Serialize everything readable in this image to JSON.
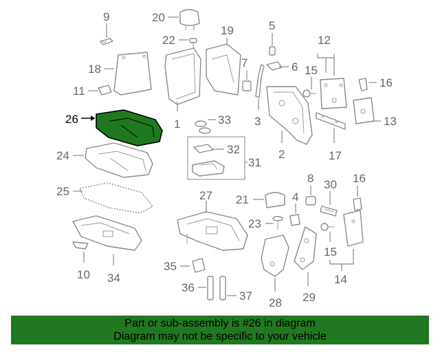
{
  "diagram": {
    "highlighted_part": "26",
    "labels": {
      "p1": "1",
      "p2": "2",
      "p3": "3",
      "p4": "4",
      "p5": "5",
      "p6": "6",
      "p7": "7",
      "p8": "8",
      "p9": "9",
      "p10": "10",
      "p11": "11",
      "p12": "12",
      "p13": "13",
      "p14": "14",
      "p15a": "15",
      "p15b": "15",
      "p16a": "16",
      "p16b": "16",
      "p17": "17",
      "p18": "18",
      "p19": "19",
      "p20": "20",
      "p21": "21",
      "p22": "22",
      "p23": "23",
      "p24": "24",
      "p25": "25",
      "p26": "26",
      "p27": "27",
      "p28": "28",
      "p29": "29",
      "p30": "30",
      "p31": "31",
      "p32": "32",
      "p33": "33",
      "p34": "34",
      "p35": "35",
      "p36": "36",
      "p37": "37"
    }
  },
  "banner": {
    "line1": "Part or sub-assembly is #26 in diagram",
    "line2": "Diagram may not be specific to your vehicle",
    "background": "#217821"
  },
  "colors": {
    "highlight_fill": "#1f7a1f",
    "line_art": "#8a8a8a",
    "label_text": "#666666"
  }
}
